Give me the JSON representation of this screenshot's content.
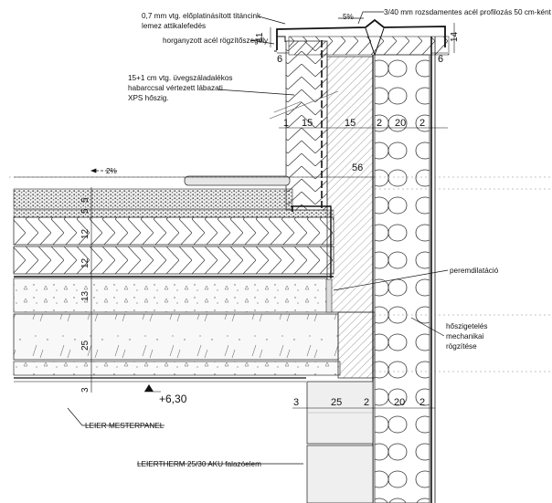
{
  "labels": {
    "titanium_sheet": "0,7 mm vtg. előplatinásított titáncink",
    "parapet_cover": "lemez attikalefedés",
    "steel_sheet": "3/40 mm rozsdamentes acél profilozás 50 cm-ként",
    "galv_hook": "horganyzott acél rögzítőszegély",
    "xps_1": "15+1 cm vtg. üvegszáladalékos",
    "xps_2": "habarccsal vértezett lábazati",
    "xps_3": "XPS hőszig.",
    "slope_top": "5%",
    "slope_roof": "2%",
    "perimeter": "peremdilatáció",
    "insul_1": "hőszigetelés",
    "insul_2": "mechanikai",
    "insul_3": "rögzítése",
    "elevation": "+6,30",
    "mesterpanel": "LEIER MESTERPANEL",
    "leiertherm": "LEIERTHERM 25/30 AKU falazóelem"
  },
  "dimensions": {
    "top_11": "11",
    "top_6_left": "6",
    "top_6_right": "6",
    "top_14": "14",
    "h_1": "1",
    "h_15a": "15",
    "h_15b": "15",
    "h_2a": "2",
    "h_20a": "20",
    "h_2b": "2",
    "h_56": "56",
    "v_5": "5",
    "v_5b": "5",
    "v_12a": "12",
    "v_12b": "12",
    "v_13": "13",
    "v_25": "25",
    "v_3": "3",
    "b_3": "3",
    "b_25": "25",
    "b_2a": "2",
    "b_20": "20",
    "b_2b": "2"
  }
}
